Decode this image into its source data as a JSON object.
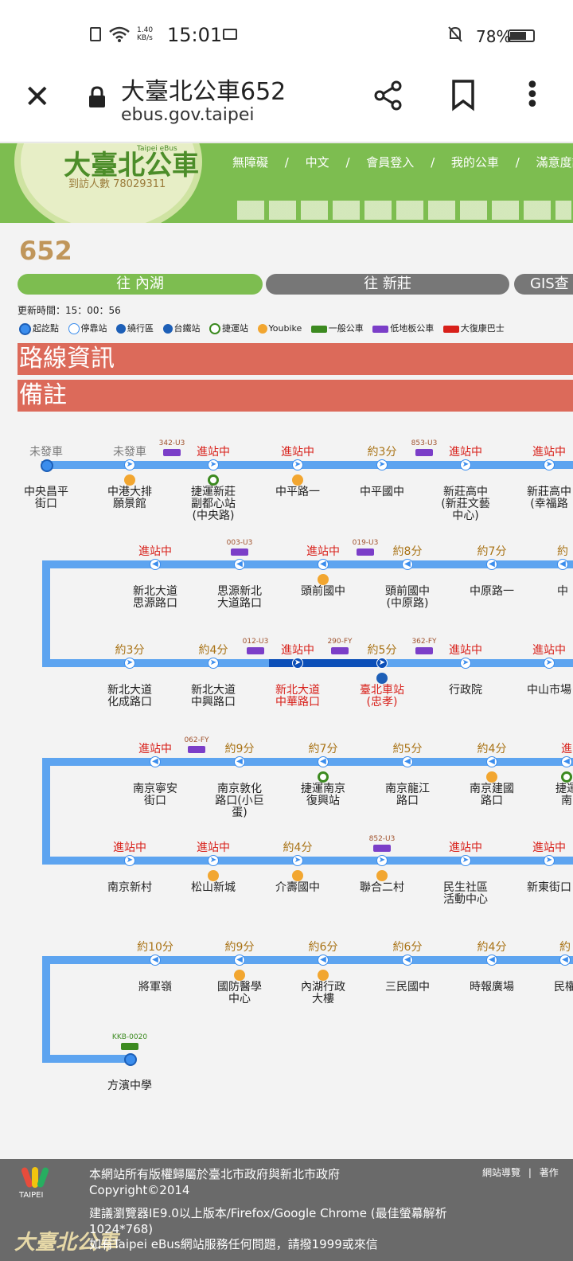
{
  "status_bar": {
    "time": "15:01",
    "network_speed": "1.40 KB/s",
    "battery": "78%"
  },
  "browser": {
    "title": "大臺北公車652",
    "url": "ebus.gov.taipei"
  },
  "header": {
    "logo_text": "大臺北公車",
    "logo_sub": "Taipei eBus",
    "visit_count": "到訪人數 78029311",
    "nav": [
      "無障礙",
      "/",
      "中文",
      "/",
      "會員登入",
      "/",
      "我的公車",
      "/",
      "滿意度調查"
    ]
  },
  "route_number": "652",
  "tabs": [
    "往 內湖",
    "往 新莊",
    "GIS查"
  ],
  "update_time": "更新時間：15：00：56",
  "legend": [
    "起訖點",
    "停靠站",
    "繞行區",
    "台鐵站",
    "捷運站",
    "Youbike",
    "一般公車",
    "低地板公車",
    "大復康巴士"
  ],
  "sections": {
    "route_info": "路線資訊",
    "remarks": "備註"
  },
  "rows": [
    {
      "stops": [
        {
          "eta": "未發車",
          "name": "中央昌平\n街口"
        },
        {
          "eta": "未發車",
          "name": "中港大排\n願景館"
        },
        {
          "eta": "進站中",
          "name": "捷運新莊\n副都心站\n(中央路)"
        },
        {
          "eta": "進站中",
          "name": "中平路一"
        },
        {
          "eta": "約3分",
          "name": "中平國中"
        },
        {
          "eta": "進站中",
          "name": "新莊高中\n(新莊文藝\n中心)"
        },
        {
          "eta": "進站中",
          "name": "新莊高中\n(幸福路"
        }
      ],
      "plates": [
        "342-U3",
        "853-U3"
      ]
    },
    {
      "stops": [
        {
          "eta": "進站中",
          "name": "新北大道\n思源路口"
        },
        {
          "eta": "",
          "name": "思源新北\n大道路口"
        },
        {
          "eta": "進站中",
          "name": "頭前國中"
        },
        {
          "eta": "約8分",
          "name": "頭前國中\n(中原路)"
        },
        {
          "eta": "約7分",
          "name": "中原路一"
        },
        {
          "eta": "約",
          "name": "中"
        }
      ],
      "plates": [
        "003-U3",
        "019-U3"
      ]
    },
    {
      "stops": [
        {
          "eta": "約3分",
          "name": "新北大道\n化成路口"
        },
        {
          "eta": "約4分",
          "name": "新北大道\n中興路口"
        },
        {
          "eta": "進站中",
          "name": "新北大道\n中華路口"
        },
        {
          "eta": "約5分",
          "name": "臺北車站\n(忠孝)"
        },
        {
          "eta": "進站中",
          "name": "行政院"
        },
        {
          "eta": "進站中",
          "name": "中山市場"
        }
      ],
      "plates": [
        "012-U3",
        "290-FY",
        "362-FY"
      ]
    },
    {
      "stops": [
        {
          "eta": "進站中",
          "name": "南京寧安\n街口"
        },
        {
          "eta": "約9分",
          "name": "南京敦化\n路口(小巨\n蛋)"
        },
        {
          "eta": "約7分",
          "name": "捷運南京\n復興站"
        },
        {
          "eta": "約5分",
          "name": "南京龍江\n路口"
        },
        {
          "eta": "約4分",
          "name": "南京建國\n路口"
        },
        {
          "eta": "進",
          "name": "捷運\n南"
        }
      ],
      "plates": [
        "062-FY"
      ]
    },
    {
      "stops": [
        {
          "eta": "進站中",
          "name": "南京新村"
        },
        {
          "eta": "進站中",
          "name": "松山新城"
        },
        {
          "eta": "約4分",
          "name": "介壽國中"
        },
        {
          "eta": "",
          "name": "聯合二村"
        },
        {
          "eta": "進站中",
          "name": "民生社區\n活動中心"
        },
        {
          "eta": "進站中",
          "name": "新東街口"
        }
      ],
      "plates": [
        "852-U3"
      ]
    },
    {
      "stops": [
        {
          "eta": "約10分",
          "name": "將軍嶺"
        },
        {
          "eta": "約9分",
          "name": "國防醫學\n中心"
        },
        {
          "eta": "約6分",
          "name": "內湖行政\n大樓"
        },
        {
          "eta": "約6分",
          "name": "三民國中"
        },
        {
          "eta": "約4分",
          "name": "時報廣場"
        },
        {
          "eta": "約",
          "name": "民權"
        }
      ]
    },
    {
      "stops": [
        {
          "eta": "",
          "name": "方濱中學"
        }
      ],
      "plates": [
        "KKB-0020"
      ]
    }
  ],
  "footer": {
    "line1": "本網站所有版權歸屬於臺北市政府與新北市政府",
    "line2": "Copyright©2014",
    "line3": "建議瀏覽器IE9.0以上版本/Firefox/Google Chrome (最佳螢幕解析1024*768)",
    "line4": "如有Taipei eBus網站服務任何問題，請撥1999或來信",
    "links": [
      "網站導覽",
      "著作"
    ],
    "logo_caption": "TAIPEI"
  },
  "colors": {
    "green": "#7dbd50",
    "red_bar": "#dc6a5a",
    "track": "#5da4f0",
    "eta_red": "#d8201a",
    "eta_brown": "#a97316"
  }
}
